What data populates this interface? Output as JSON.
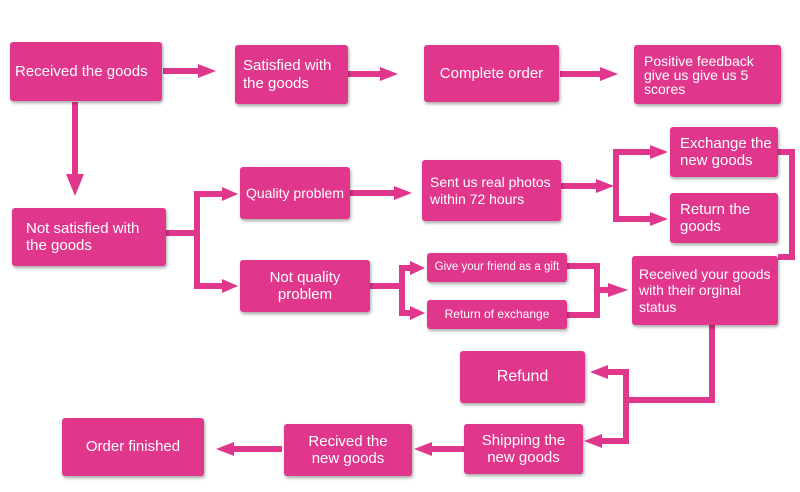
{
  "colors": {
    "accent": "#e0368c",
    "background": "#ffffff",
    "text": "#ffffff"
  },
  "nodes": {
    "received": "Received the goods",
    "satisfied": "Satisfied with the goods",
    "complete": "Complete order",
    "positive": "Positive feedback give us give us 5 scores",
    "not_satisfied": "Not satisfied with the goods",
    "quality": "Quality problem",
    "not_quality": "Not quality problem",
    "photos": "Sent us real photos within 72 hours",
    "exchange": "Exchange the new goods",
    "return": "Return the goods",
    "gift": "Give your friend as a gift",
    "return_exchange": "Return of exchange",
    "original": "Received your goods with their orginal status",
    "refund": "Refund",
    "shipping": "Shipping the new goods",
    "recived_new": "Recived the new goods",
    "finished": "Order finished"
  }
}
